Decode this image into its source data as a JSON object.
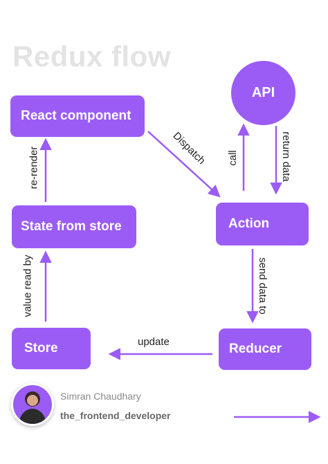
{
  "title": "Redux flow",
  "nodes": {
    "api": "API",
    "react_component": "React component",
    "state_from_store": "State from store",
    "action": "Action",
    "store": "Store",
    "reducer": "Reducer"
  },
  "edges": {
    "dispatch": "Dispatch",
    "call": "call",
    "return_data": "return data",
    "re_render": "re-render",
    "value_read_by": "value read by",
    "send_data_to": "send data to",
    "update": "update"
  },
  "author": {
    "name": "Simran Chaudhary",
    "handle": "the_frontend_developer"
  },
  "colors": {
    "accent": "#9b5cf6",
    "title": "#e3e3e3"
  }
}
